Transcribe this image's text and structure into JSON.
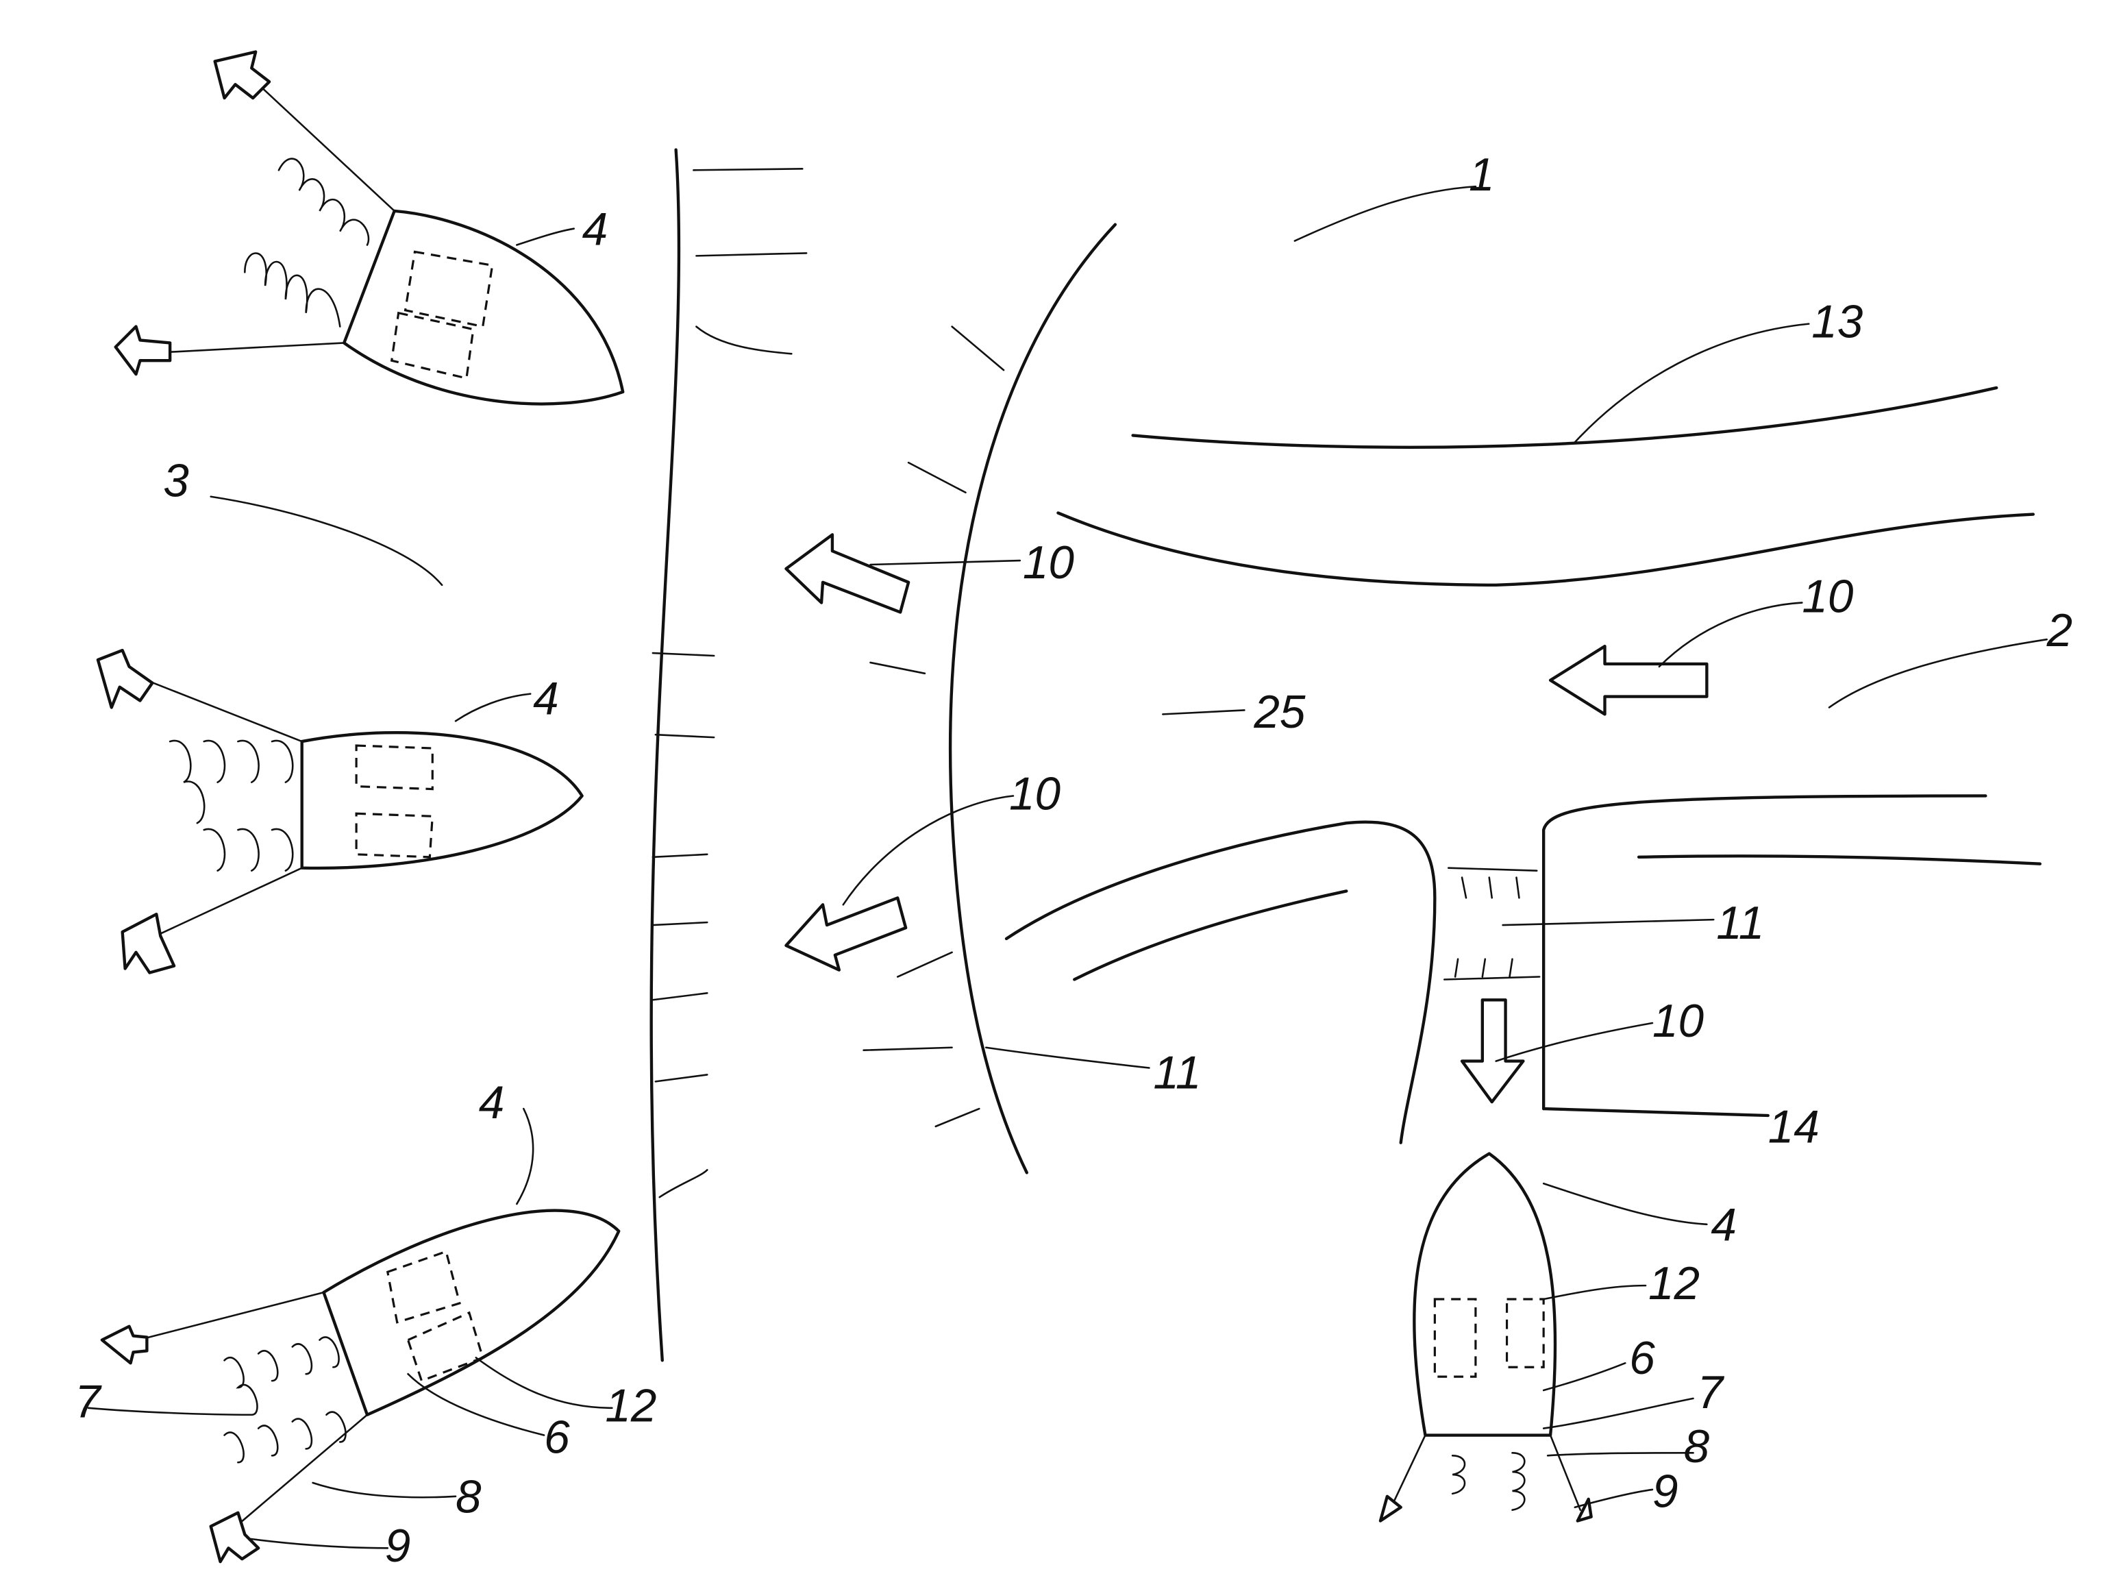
{
  "figure": {
    "labels": {
      "water_body": "1",
      "channel_wall": "13",
      "flow_region": "2",
      "flow_arrow_upper_left": "10",
      "flow_arrow_channel": "10",
      "center_area": "25",
      "flow_arrow_lower_left": "10",
      "screen_side_channel": "11",
      "screen_outlet": "11",
      "flow_arrow_down": "10",
      "outlet_wall": "14",
      "boat_bottom": "4",
      "box_bottom": "12",
      "propeller_bottom": "6",
      "spring_bottom": "7",
      "line_bottom": "8",
      "anchor_bottom": "9",
      "boat_top": "4",
      "shore_area": "3",
      "boat_middle": "4",
      "boat_lower_left": "4",
      "box_lower_left": "12",
      "propeller_lower_left": "6",
      "spring_lower_left": "7",
      "line_lower_left": "8",
      "anchor_lower_left": "9"
    }
  }
}
